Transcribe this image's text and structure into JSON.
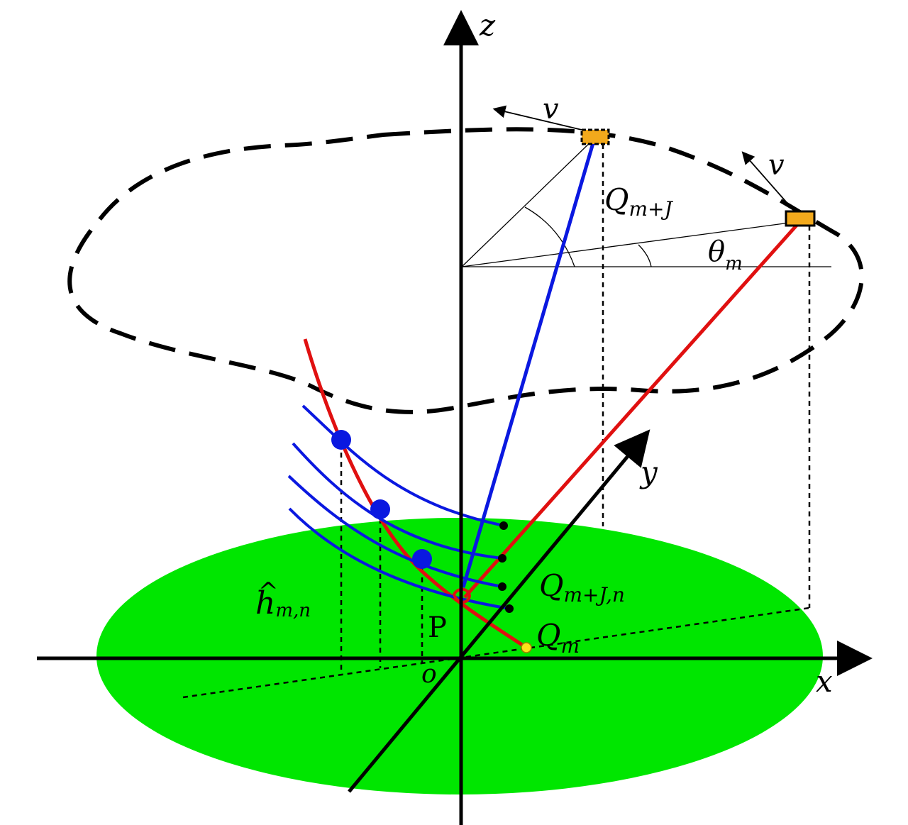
{
  "diagram": {
    "axes": {
      "z": "z",
      "y": "y",
      "x": "x",
      "origin": "o"
    },
    "velocity_label_1": "v",
    "velocity_label_2": "v",
    "angle_label": {
      "base": "θ",
      "sub": "m"
    },
    "point_label": "P",
    "labels": {
      "q_m_plus_j": {
        "base": "Q",
        "sub": "m+J"
      },
      "q_m_plus_j_n": {
        "base": "Q",
        "sub": "m+J,n"
      },
      "q_m": {
        "base": "Q",
        "sub": "m"
      },
      "h_hat": {
        "base": "h",
        "hat": "^",
        "sub": "m,n"
      }
    },
    "colors": {
      "ground": "#00e600",
      "red_curve": "#e01010",
      "blue_curve": "#0a18e0",
      "platform": "#f2a91c",
      "axis": "#000000",
      "q_m_point": "#ffe11a"
    }
  }
}
